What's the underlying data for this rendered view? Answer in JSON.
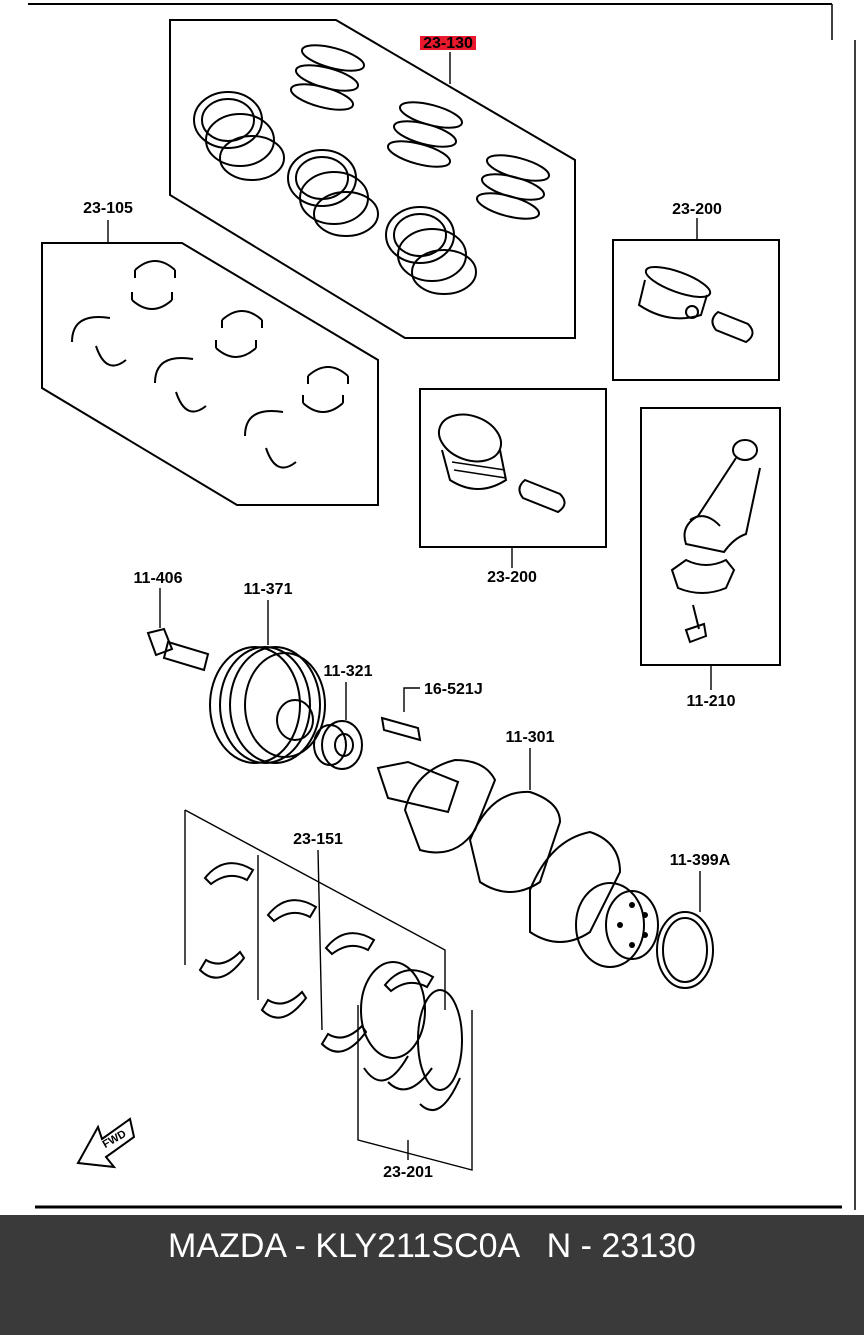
{
  "diagram": {
    "labels": {
      "piston_rings": "23-130",
      "main_bearings_upper": "23-105",
      "piston_small": "23-200",
      "piston_large": "23-200",
      "bolt": "11-406",
      "pulley": "11-371",
      "sprocket": "11-321",
      "key": "16-521J",
      "crankshaft": "11-301",
      "connecting_rod": "11-210",
      "thrust_bearings": "23-151",
      "oil_seal": "11-399A",
      "main_bearings_lower": "23-201",
      "fwd": "FWD"
    }
  },
  "footer": {
    "text": "MAZDA - KLY211SC0A   N - 23130"
  },
  "colors": {
    "highlight": "#e8192c",
    "footer_bg": "#3a3a3a",
    "footer_text": "#ffffff"
  }
}
